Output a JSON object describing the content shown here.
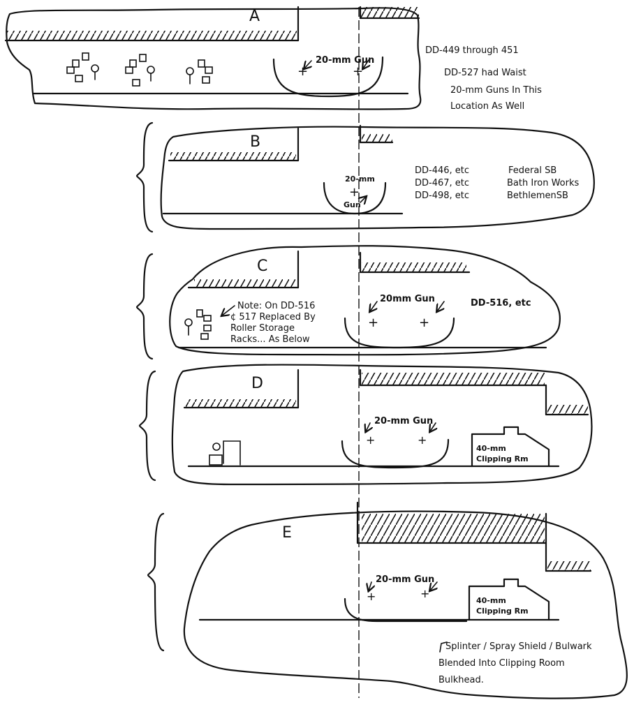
{
  "panels": {
    "a": {
      "letter": "A",
      "gun_label": "20-mm Gun",
      "notes": [
        "DD-449 through 451",
        "DD-527 had Waist",
        "20-mm Guns In This",
        "Location As Well"
      ]
    },
    "b": {
      "letter": "B",
      "gun_label_top": "20-mm",
      "gun_label_bottom": "Gun",
      "hulls": [
        "DD-446, etc",
        "DD-467, etc",
        "DD-498, etc"
      ],
      "yards": [
        "Federal SB",
        "Bath Iron Works",
        "BethlemenSB"
      ]
    },
    "c": {
      "letter": "C",
      "gun_label": "20mm Gun",
      "notes": [
        "Note: On DD-516",
        "¢ 517 Replaced By",
        "Roller Storage",
        "Racks... As Below"
      ],
      "hull": "DD-516, etc"
    },
    "d": {
      "letter": "D",
      "gun_label": "20-mm Gun",
      "room_top": "40-mm",
      "room_bottom": "Clipping Rm"
    },
    "e": {
      "letter": "E",
      "gun_label": "20-mm Gun",
      "room_top": "40-mm",
      "room_bottom": "Clipping Rm",
      "notes": [
        "Splinter / Spray Shield / Bulwark",
        "Blended Into Clipping Room",
        "Bulkhead."
      ]
    }
  }
}
